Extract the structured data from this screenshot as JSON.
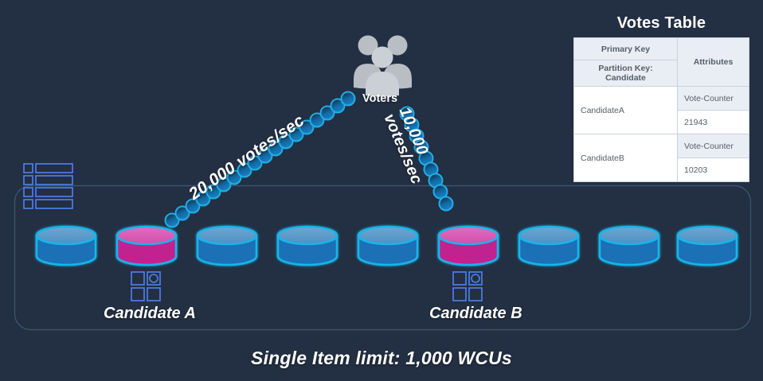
{
  "meta": {
    "background_color": "#232f42",
    "accent_cyan": "#19b5ea",
    "accent_pink": "#c2208f",
    "accent_blue": "#1f6fb5",
    "icon_blue": "#4a7ae0"
  },
  "diagram": {
    "source_icon_name": "table-list-icon",
    "actor": {
      "icon_name": "voters-group-icon",
      "label": "Voters"
    },
    "flows": [
      {
        "name": "flow-to-candidate-a",
        "label": "20,000 votes/sec",
        "target": "Candidate A"
      },
      {
        "name": "flow-to-candidate-b",
        "label_line1": "10,000",
        "label_line2": "votes/sec",
        "target": "Candidate B"
      }
    ],
    "partitions": [
      {
        "index": 0,
        "hot": false
      },
      {
        "index": 1,
        "hot": true,
        "label": "Candidate A"
      },
      {
        "index": 2,
        "hot": false
      },
      {
        "index": 3,
        "hot": false
      },
      {
        "index": 4,
        "hot": false
      },
      {
        "index": 5,
        "hot": true,
        "label": "Candidate B"
      },
      {
        "index": 6,
        "hot": false
      },
      {
        "index": 7,
        "hot": false
      },
      {
        "index": 8,
        "hot": false
      }
    ],
    "candidate_a_label": "Candidate A",
    "candidate_b_label": "Candidate B",
    "partition_icon_name": "partition-grid-icon",
    "footer_note": "Single Item limit: 1,000 WCUs"
  },
  "votes_table": {
    "title": "Votes Table",
    "header": {
      "primary_key": "Primary Key",
      "partition_key": "Partition Key: Candidate",
      "attributes": "Attributes"
    },
    "rows": [
      {
        "key": "CandidateA",
        "attribute_name": "Vote-Counter",
        "attribute_value": "21943"
      },
      {
        "key": "CandidateB",
        "attribute_name": "Vote-Counter",
        "attribute_value": "10203"
      }
    ]
  }
}
